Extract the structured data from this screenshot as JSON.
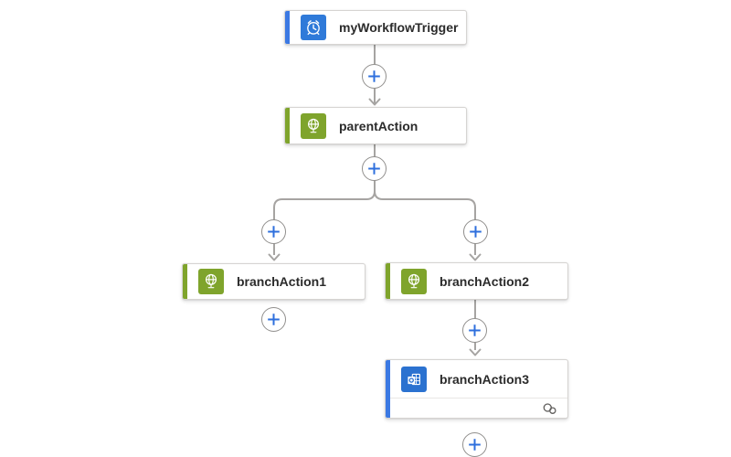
{
  "app": {
    "name": "workflow-designer-canvas"
  },
  "colors": {
    "canvas_bg": "#ffffff",
    "accent_blue": "#3b79e3",
    "accent_green": "#7fa42c",
    "trigger_icon_bg": "#2f7ad9",
    "action_icon_bg": "#7fa42c",
    "connector_action_icon_bg": "#2b72d0",
    "plus_glyph_blue": "#2e6fdd",
    "connector_line_gray": "#a6a4a2",
    "card_border": "#d6d4d2",
    "label_text": "#2b2b2b"
  },
  "nodes": [
    {
      "label": "myWorkflowTrigger",
      "kind": "trigger",
      "icon": "alarm-clock-icon",
      "accent": "#3b79e3"
    },
    {
      "label": "parentAction",
      "kind": "action",
      "icon": "globe-icon",
      "accent": "#7fa42c"
    },
    {
      "label": "branchAction1",
      "kind": "action",
      "icon": "globe-icon",
      "accent": "#7fa42c"
    },
    {
      "label": "branchAction2",
      "kind": "action",
      "icon": "globe-icon",
      "accent": "#7fa42c"
    },
    {
      "label": "branchAction3",
      "kind": "action",
      "icon": "outlook-connector-icon",
      "accent": "#3b79e3",
      "footer_icon": "connection-rings-icon"
    }
  ],
  "plus_buttons": {
    "count": 7,
    "glyph": "+",
    "purpose": "insert step"
  }
}
